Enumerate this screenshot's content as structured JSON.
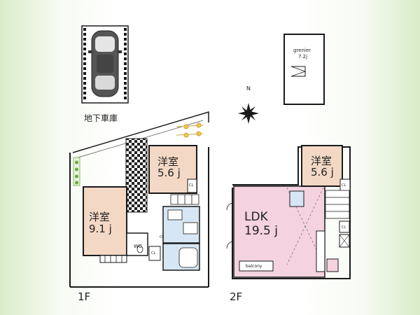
{
  "garage": {
    "label": "地下車庫"
  },
  "compass": {
    "label": "N"
  },
  "grenier": {
    "name": "grenier",
    "size": "7.2j"
  },
  "floors": {
    "first": {
      "label": "1F",
      "rooms": [
        {
          "key": "west",
          "name": "洋室",
          "size": "9.1 j"
        },
        {
          "key": "north",
          "name": "洋室",
          "size": "5.6 j"
        }
      ],
      "wc": "WC",
      "closets": [
        "CL",
        "CL",
        "CL"
      ]
    },
    "second": {
      "label": "2F",
      "ldk": {
        "name": "LDK",
        "size": "19.5 j"
      },
      "room": {
        "name": "洋室",
        "size": "5.6 j"
      },
      "balcony": "balcony",
      "closets": [
        "CL",
        "CL"
      ]
    }
  },
  "colors": {
    "room": "#f3d8c6",
    "ldk": "#f4d2df",
    "water": "#d6e6f4",
    "wall": "#1a1a1a",
    "plant": "#6aab3c"
  }
}
